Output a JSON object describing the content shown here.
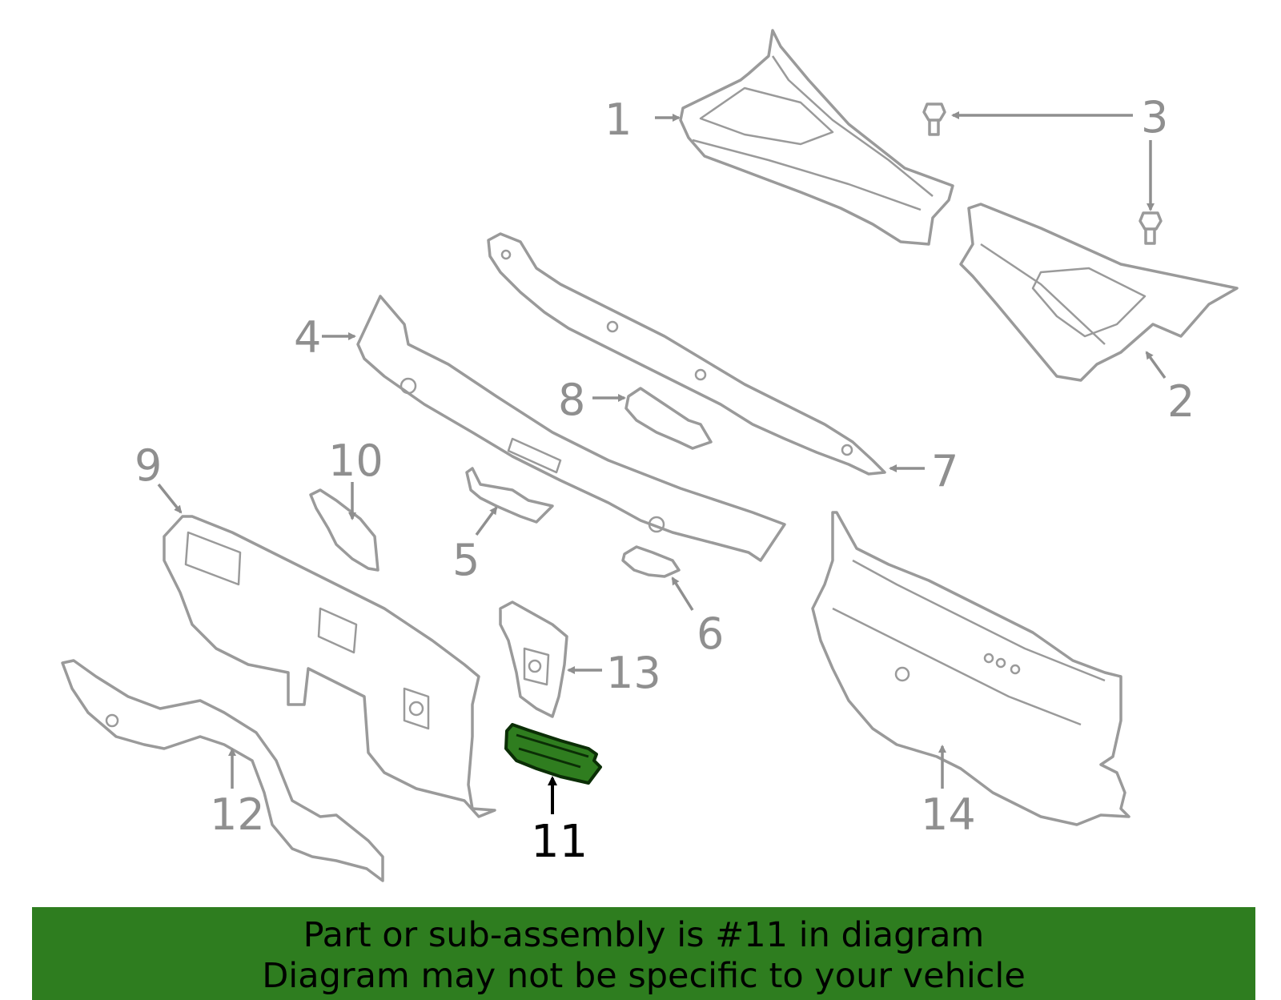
{
  "callouts": {
    "c1": "1",
    "c2": "2",
    "c3": "3",
    "c4": "4",
    "c5": "5",
    "c6": "6",
    "c7": "7",
    "c8": "8",
    "c9": "9",
    "c10": "10",
    "c11": "11",
    "c12": "12",
    "c13": "13",
    "c14": "14"
  },
  "highlighted_part": "11",
  "banner": {
    "line1": "Part or sub-assembly is #11 in diagram",
    "line2": "Diagram may not be specific to your vehicle"
  },
  "colors": {
    "highlight": "#2e7d1f",
    "part_stroke": "#9a9a9a",
    "background": "#ffffff"
  }
}
